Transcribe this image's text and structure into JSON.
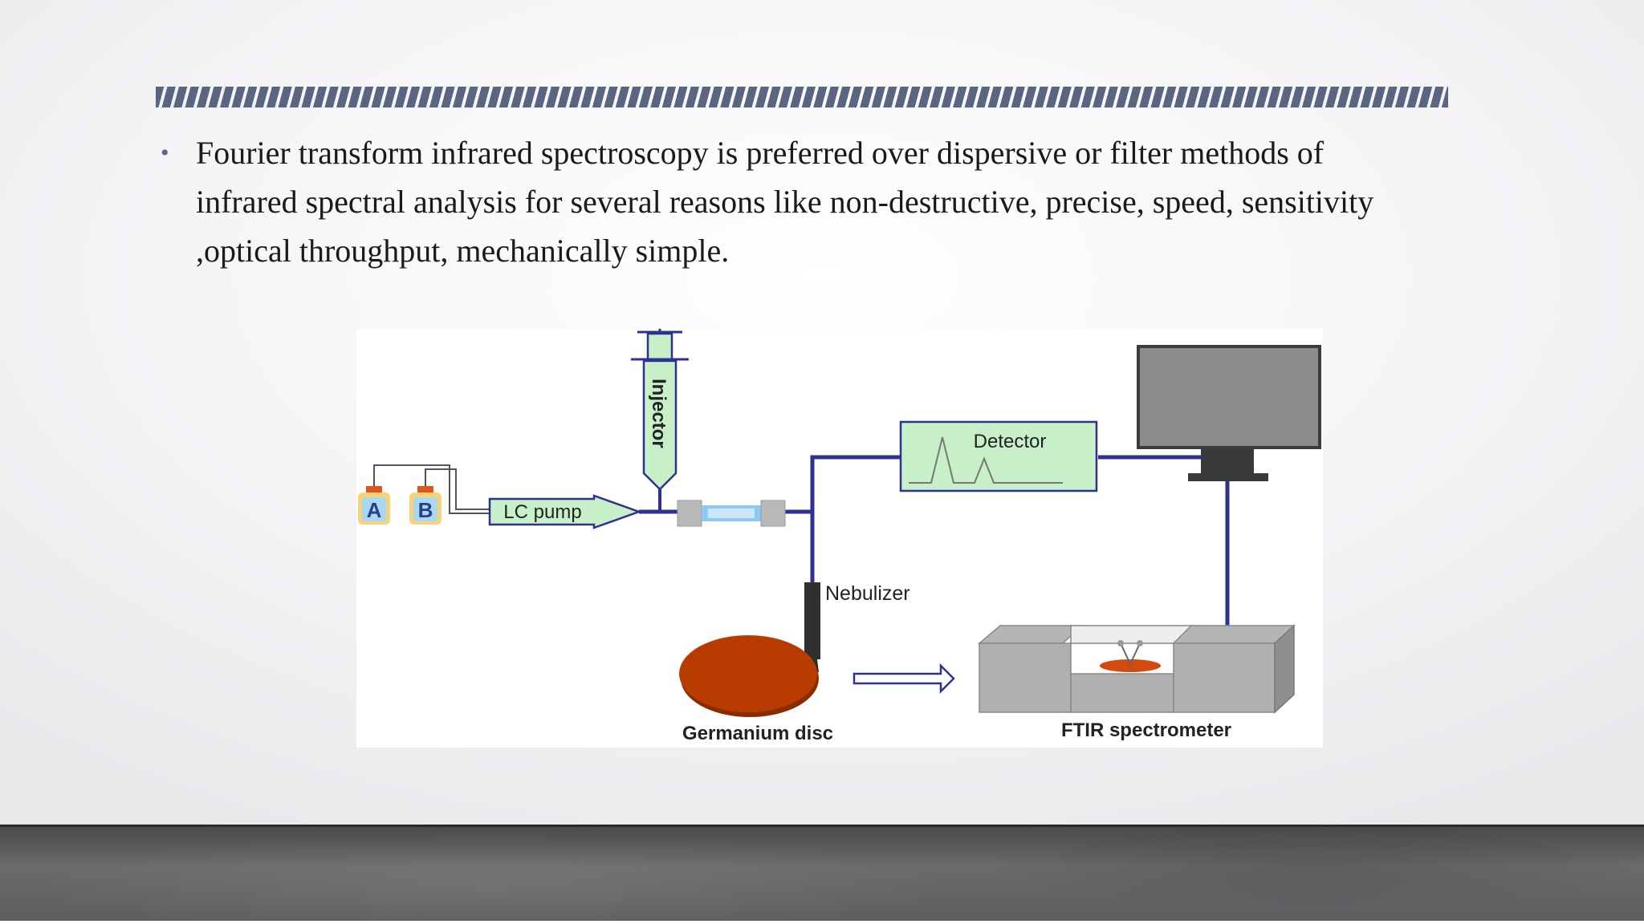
{
  "slide": {
    "bullet": "Fourier transform infrared spectroscopy is preferred over dispersive or filter methods of infrared spectral analysis for several reasons like non-destructive, precise, speed, sensitivity ,optical throughput, mechanically simple."
  },
  "diagram": {
    "bottle_a": "A",
    "bottle_b": "B",
    "lc_pump": "LC pump",
    "injector": "Injector",
    "detector": "Detector",
    "nebulizer": "Nebulizer",
    "germanium_disc": "Germanium disc",
    "ftir_spectrometer": "FTIR spectrometer"
  },
  "colors": {
    "stripe": "#5a6582",
    "pipe": "#2e3192",
    "component_fill": "#c8f0c8",
    "disc": "#b83c00",
    "monitor": "#8a8a8a"
  }
}
